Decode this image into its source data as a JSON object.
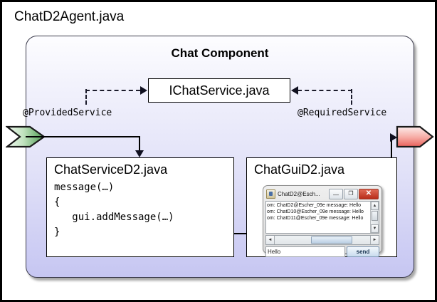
{
  "diagram": {
    "outer_title": "ChatD2Agent.java",
    "component_title": "Chat Component",
    "interface_box": "IChatService.java",
    "annotations": {
      "provided": "@ProvidedService",
      "required": "@RequiredService"
    },
    "ports": {
      "provided_color": "#8cc98c",
      "required_color": "#f2938f"
    }
  },
  "service_box": {
    "title": "ChatServiceD2.java",
    "code_lines": [
      "message(…)",
      "{",
      "   gui.addMessage(…)",
      "}"
    ]
  },
  "gui_box": {
    "title": "ChatGuiD2.java",
    "window": {
      "title": "ChatD2@Esch...",
      "buttons": {
        "minimize": "—",
        "maximize": "❐",
        "close": "✕"
      },
      "messages": [
        "om: ChatD2@Escher_09e message: Hello",
        "om: ChatD10@Escher_09e message: Hello",
        "om: ChatD11@Escher_09e message: Hello"
      ],
      "scroll_glyphs": {
        "up": "▲",
        "down": "▼",
        "left": "◄",
        "right": "►"
      },
      "input_value": "Hello",
      "send_label": "send"
    }
  }
}
